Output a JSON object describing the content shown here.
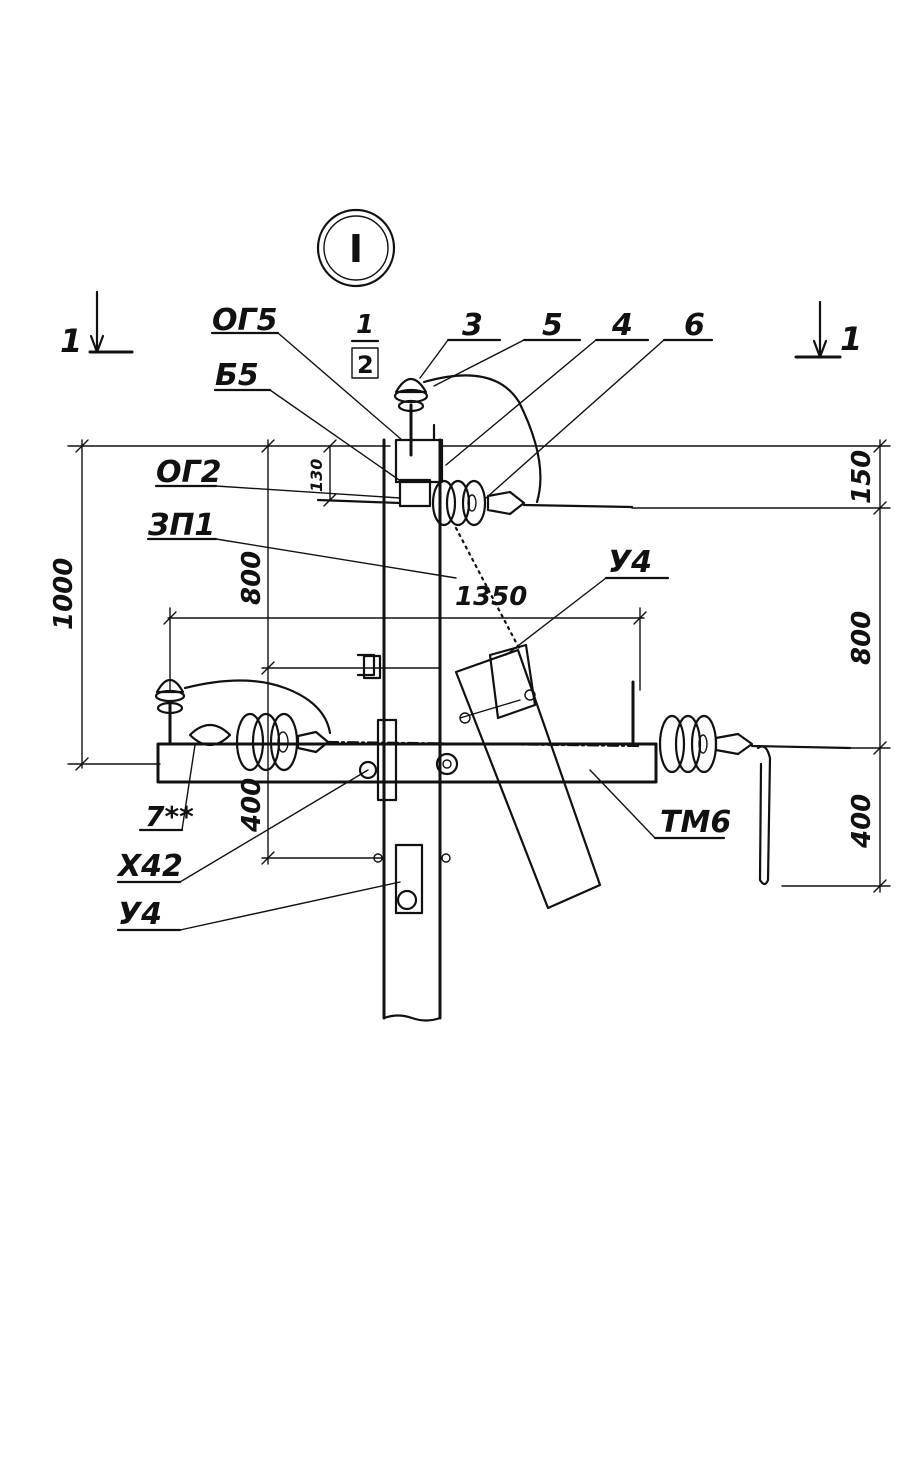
{
  "node_mark": "I",
  "section": {
    "left": "1",
    "right": "1"
  },
  "fraction": {
    "numerator": "1",
    "denominator": "2"
  },
  "labels": {
    "og5": "ОГ5",
    "b5": "Б5",
    "og2": "ОГ2",
    "zp1": "ЗП1",
    "y4_upper": "У4",
    "tm6": "ТМ6",
    "x42": "Х42",
    "y4_lower": "У4",
    "item7": "7**",
    "pos3": "3",
    "pos5": "5",
    "pos4": "4",
    "pos6": "6"
  },
  "dimensions": {
    "d1000": "1000",
    "d800_left": "800",
    "d400_left": "400",
    "d130": "130",
    "d1350": "1350",
    "d150": "150",
    "d800_right": "800",
    "d400_right": "400"
  }
}
